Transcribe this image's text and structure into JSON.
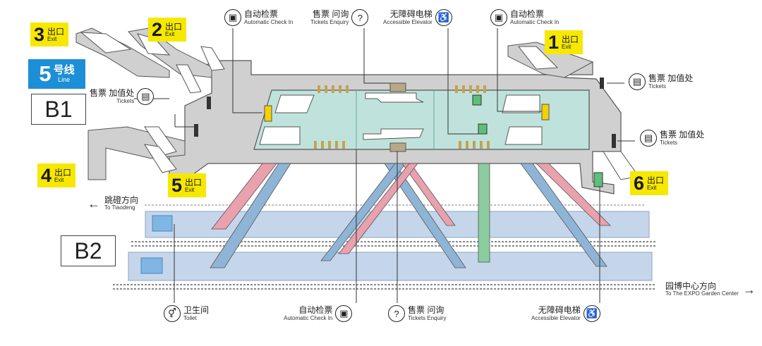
{
  "line": {
    "number": "5",
    "label_zh": "号线",
    "label_en": "Line"
  },
  "levels": {
    "b1": "B1",
    "b2": "B2"
  },
  "exits": [
    {
      "number": "3",
      "zh": "出口",
      "en": "Exit"
    },
    {
      "number": "2",
      "zh": "出口",
      "en": "Exit"
    },
    {
      "number": "1",
      "zh": "出口",
      "en": "Exit"
    },
    {
      "number": "4",
      "zh": "出口",
      "en": "Exit"
    },
    {
      "number": "5",
      "zh": "出口",
      "en": "Exit"
    },
    {
      "number": "6",
      "zh": "出口",
      "en": "Exit"
    }
  ],
  "facilities": {
    "checkin_top_left": {
      "zh": "自动检票",
      "en": "Automatic Check In"
    },
    "tickets_enquiry_top": {
      "zh": "售票 问询",
      "en": "Tickets Enquiry"
    },
    "elevator_top": {
      "zh": "无障碍电梯",
      "en": "Accessible Elevator"
    },
    "checkin_top_right": {
      "zh": "自动检票",
      "en": "Automatic Check In"
    },
    "tickets_left": {
      "zh": "售票 加值处",
      "en": "Tickets"
    },
    "tickets_right_top": {
      "zh": "售票 加值处",
      "en": "Tickets"
    },
    "tickets_right_mid": {
      "zh": "售票 加值处",
      "en": "Tickets"
    },
    "toilet": {
      "zh": "卫生间",
      "en": "Toilet"
    },
    "checkin_bottom": {
      "zh": "自动检票",
      "en": "Automatic Check In"
    },
    "tickets_enquiry_bottom": {
      "zh": "售票 问询",
      "en": "Tickets Enquiry"
    },
    "elevator_bottom": {
      "zh": "无障碍电梯",
      "en": "Accessible Elevator"
    }
  },
  "directions": {
    "west": {
      "zh": "跳磴方向",
      "en": "To Tiaodeng"
    },
    "east": {
      "zh": "园博中心方向",
      "en": "To The EXPO Garden Center"
    }
  },
  "colors": {
    "concourse": "#d0d0d0",
    "paid_area": "#bfe3dc",
    "platform": "#c5d6ea",
    "stair_blue": "#8eb4d6",
    "stair_red": "#e8a1ad",
    "stair_green": "#8ccca0",
    "exit_badge": "#f6e800",
    "line_badge": "#1c8fd6"
  }
}
